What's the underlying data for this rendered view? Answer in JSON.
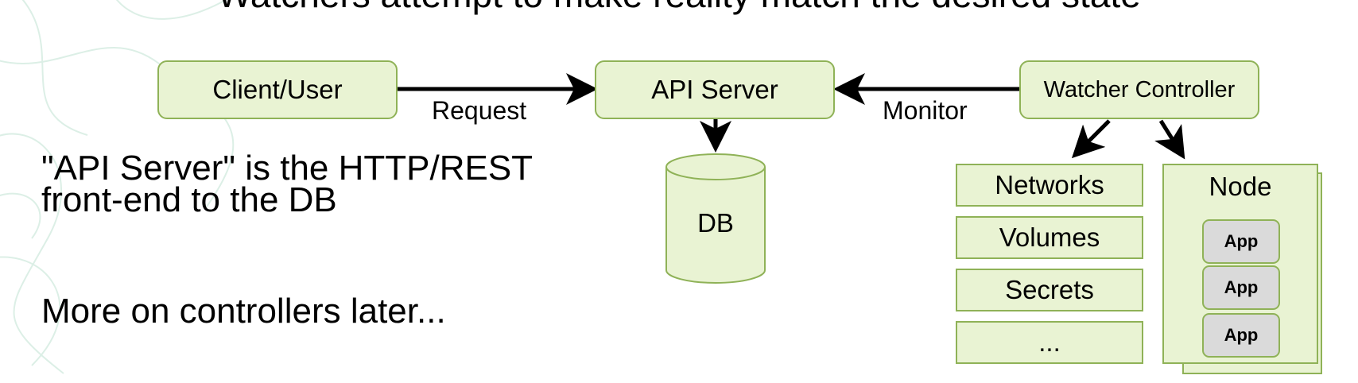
{
  "heading": "Watchers attempt to make reality match the desired state",
  "nodes": {
    "client": "Client/User",
    "api": "API Server",
    "watcher": "Watcher Controller",
    "db": "DB",
    "networks": "Networks",
    "volumes": "Volumes",
    "secrets": "Secrets",
    "more": "...",
    "node": "Node",
    "apps": [
      "App",
      "App",
      "App"
    ]
  },
  "edges": {
    "request": "Request",
    "monitor": "Monitor"
  },
  "notes": {
    "api_line1": "\"API Server\" is the HTTP/REST",
    "api_line2": "front-end to the DB",
    "controllers": "More on controllers later..."
  },
  "colors": {
    "box_fill": "#e9f3d3",
    "box_border": "#8fb257",
    "app_fill": "#dadada",
    "arrow": "#000000",
    "background_swirl": "#dcefe6"
  }
}
